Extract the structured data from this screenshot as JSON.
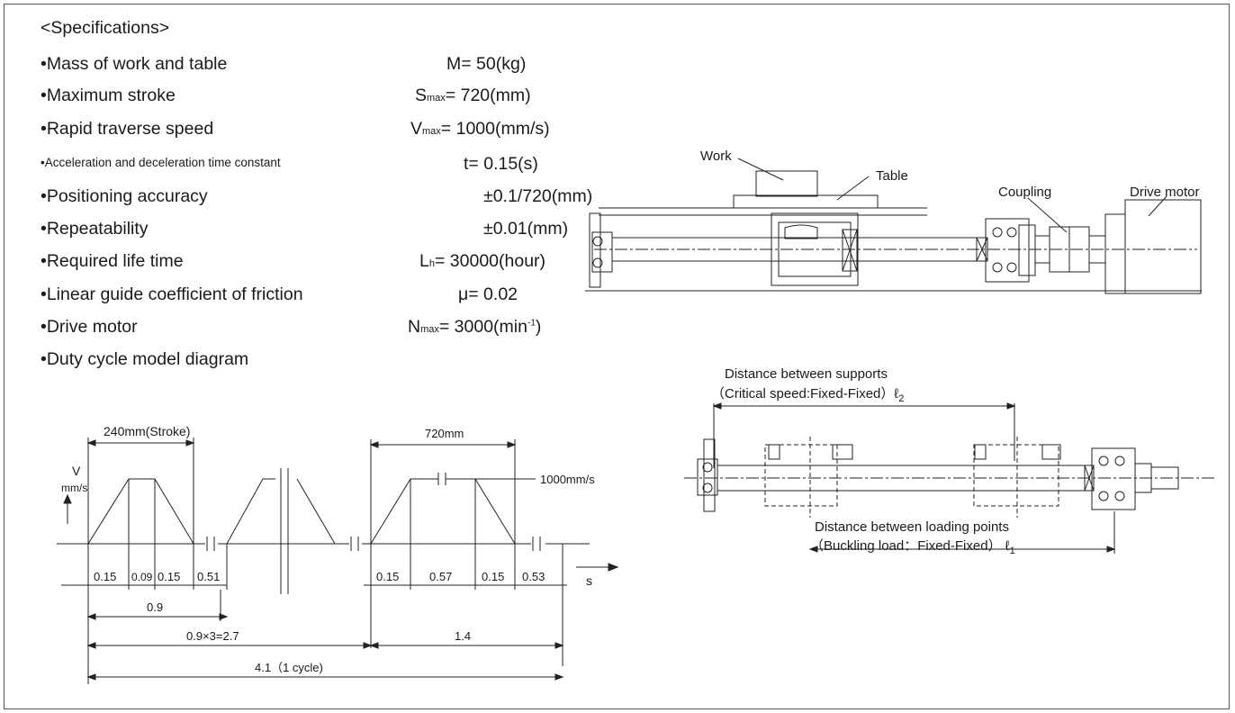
{
  "heading": "<Specifications>",
  "specs": [
    {
      "label": "•Mass of work and table",
      "symbol": "M",
      "sub": "",
      "value": "= 50(kg)"
    },
    {
      "label": "•Maximum stroke",
      "symbol": "S",
      "sub": "max",
      "value": "= 720(mm)"
    },
    {
      "label": "•Rapid traverse speed",
      "symbol": "V",
      "sub": "max",
      "value": "= 1000(mm/s)"
    },
    {
      "label": "•Acceleration and deceleration time constant",
      "symbol": "t",
      "sub": "",
      "value": "= 0.15(s)"
    },
    {
      "label": "•Positioning accuracy",
      "symbol": "",
      "sub": "",
      "value": "±0.1/720(mm)"
    },
    {
      "label": "•Repeatability",
      "symbol": "",
      "sub": "",
      "value": "±0.01(mm)"
    },
    {
      "label": "•Required life time",
      "symbol": "L",
      "sub": "h",
      "value": "= 30000(hour)"
    },
    {
      "label": "•Linear guide coefficient of friction",
      "symbol": "μ",
      "sub": "",
      "value": "= 0.02"
    },
    {
      "label": "•Drive motor",
      "symbol": "N",
      "sub": "max",
      "value": "= 3000(min",
      "sup": "-1",
      "tail": ")"
    },
    {
      "label": "•Duty cycle model diagram",
      "symbol": "",
      "sub": "",
      "value": ""
    }
  ],
  "machine": {
    "work": "Work",
    "table": "Table",
    "coupling": "Coupling",
    "motor": "Drive motor"
  },
  "duty": {
    "v_label": "V",
    "v_unit": "mm/s",
    "s_label": "s",
    "stroke1": "240mm(Stroke)",
    "stroke2": "720mm",
    "speed": "1000mm/s",
    "seg1": [
      "0.15",
      "0.09",
      "0.15",
      "0.51"
    ],
    "seg2": [
      "0.15",
      "0.57",
      "0.15",
      "0.53"
    ],
    "t09": "0.9",
    "t27": "0.9×3=2.7",
    "t14": "1.4",
    "t41": "4.1（1 cycle)"
  },
  "shaft": {
    "supports_line1": "Distance between supports",
    "supports_line2": "（Critical speed:Fixed-Fixed）ℓ",
    "supports_sub": "2",
    "loading_line1": "Distance between loading points",
    "loading_line2": "（Buckling load：Fixed-Fixed） ℓ",
    "loading_sub": "1"
  }
}
